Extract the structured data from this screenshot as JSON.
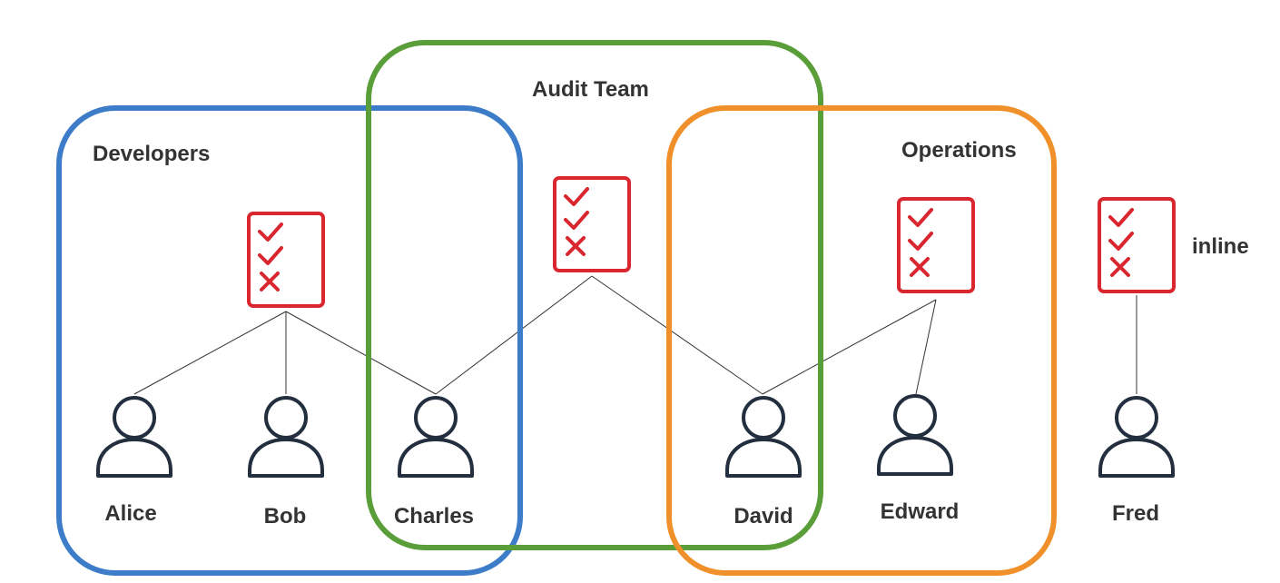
{
  "groups": {
    "developers": {
      "label": "Developers",
      "color": "#3d7cc9"
    },
    "audit": {
      "label": "Audit Team",
      "color": "#5a9e3a"
    },
    "operations": {
      "label": "Operations",
      "color": "#f0902a"
    }
  },
  "inline_label": "inline",
  "users": {
    "alice": "Alice",
    "bob": "Bob",
    "charles": "Charles",
    "david": "David",
    "edward": "Edward",
    "fred": "Fred"
  },
  "colors": {
    "policy": "#d9262f",
    "user": "#232f3e",
    "connector": "#333333"
  },
  "icons": {
    "policy": "policy-document-icon",
    "user": "user-icon"
  }
}
